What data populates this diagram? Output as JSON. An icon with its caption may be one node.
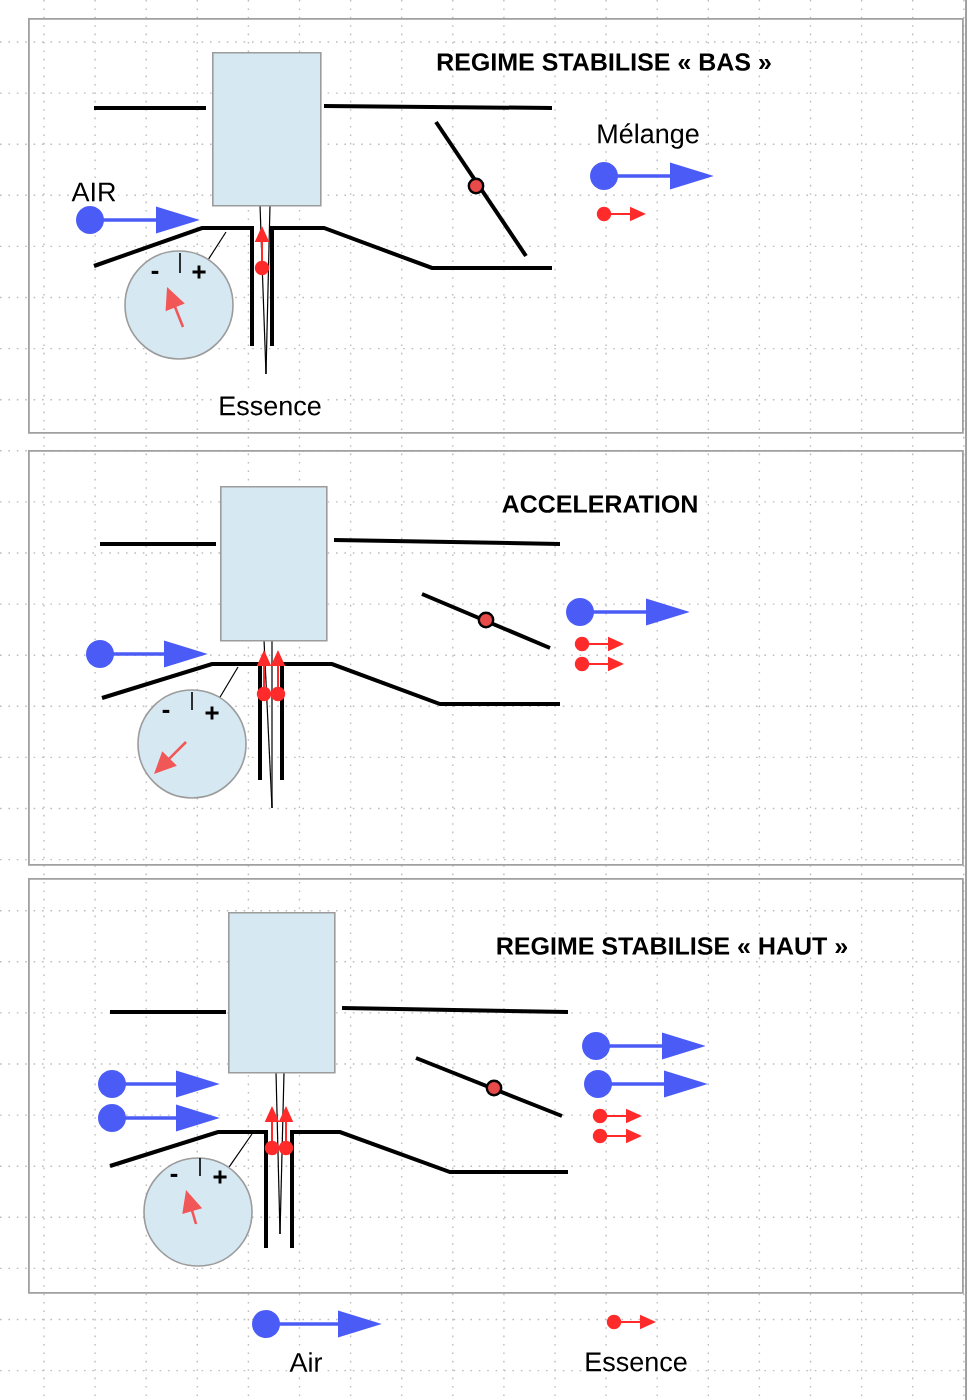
{
  "diagram": {
    "nodes": [
      {
        "text": [
          "REGIME STABILISE « BAS »"
        ]
      },
      {
        "text": [],
        "shape": "box",
        "in": 0
      },
      {
        "text": [
          "-",
          "+"
        ],
        "in": 0
      },
      {
        "text": [
          "ACCELERATION"
        ]
      },
      {
        "text": [],
        "shape": "box",
        "in": 3
      },
      {
        "text": [
          "-",
          "+"
        ],
        "in": 3
      },
      {
        "text": [
          "REGIME STABILISE « HAUT »"
        ]
      },
      {
        "text": [],
        "shape": "box",
        "in": 6
      },
      {
        "text": [
          "-",
          "+"
        ],
        "in": 6
      }
    ],
    "edges": [
      {
        "from": 2,
        "to": null,
        "arrow": "none"
      },
      {
        "from": 5,
        "to": null,
        "arrow": "none"
      },
      {
        "from": 8,
        "to": null,
        "arrow": "none"
      }
    ],
    "labels": [
      "AIR",
      "Mélange",
      "Essence"
    ],
    "legend": [
      {
        "text": "Air"
      },
      {
        "text": "Essence"
      }
    ]
  }
}
